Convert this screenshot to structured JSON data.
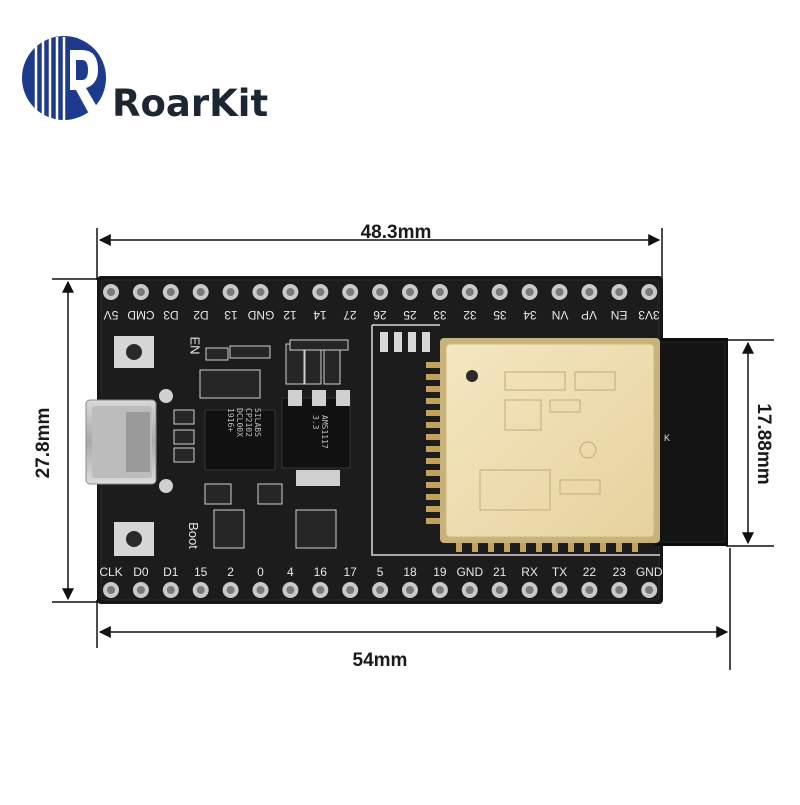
{
  "brand": {
    "name": "RoarKit"
  },
  "dimensions": {
    "board_length_pins": "48.3mm",
    "board_length_total": "54mm",
    "board_width": "27.8mm",
    "antenna_width": "17.88mm"
  },
  "pins": {
    "top": [
      "5V",
      "CMD",
      "D3",
      "D2",
      "13",
      "GND",
      "12",
      "14",
      "27",
      "26",
      "25",
      "33",
      "32",
      "35",
      "34",
      "VN",
      "VP",
      "EN",
      "3V3"
    ],
    "bottom": [
      "CLK",
      "D0",
      "D1",
      "15",
      "2",
      "0",
      "4",
      "16",
      "17",
      "5",
      "18",
      "19",
      "GND",
      "21",
      "RX",
      "TX",
      "22",
      "23",
      "GND"
    ]
  },
  "silkscreen": {
    "en_button": "EN",
    "boot_button": "Boot",
    "usb_chip_line1": "SILABS",
    "usb_chip_line2": "CP2102",
    "usb_chip_line3": "DCL00X",
    "usb_chip_line4": "1916+",
    "regulator_line1": "AMS1117",
    "regulator_line2": "3.3",
    "antenna_mark": "K"
  }
}
